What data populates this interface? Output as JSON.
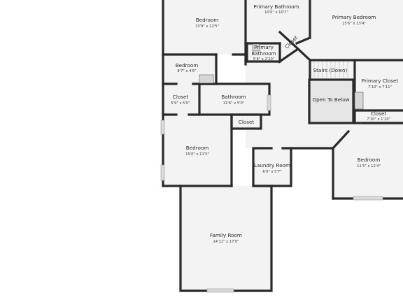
{
  "rooms": {
    "bedroom_top": {
      "name": "Bedroom",
      "dims": "13'9\" x 12'5\""
    },
    "primary_bathroom_top": {
      "name": "Primary Bathroom",
      "dims": "10'0\" x 10'7\""
    },
    "primary_bedroom": {
      "name": "Primary Bedroom",
      "dims": "15'6\" x 13'4\""
    },
    "closet_diag": {
      "name": "Closet"
    },
    "primary_bathroom_small": {
      "name_line1": "Primary",
      "name_line2": "Bathroom",
      "dims": "5'8\" x 2'10\""
    },
    "bedroom_small": {
      "name": "Bedroom",
      "dims": "8'7\" x 4'6\""
    },
    "stairs": {
      "name": "Stairs (Down)"
    },
    "open_to_below": {
      "name": "Open To Below"
    },
    "primary_closet": {
      "name": "Primary Closet",
      "dims": "7'10\" x 7'11\""
    },
    "closet_left": {
      "name": "Closet",
      "dims": "5'9\" x 5'0\""
    },
    "bathroom": {
      "name": "Bathroom",
      "dims": "11'6\" x 5'0\""
    },
    "closet_mid": {
      "name": "Closet"
    },
    "closet_right": {
      "name": "Closet",
      "dims": "7'10\" x 1'10\""
    },
    "bedroom_mid": {
      "name": "Bedroom",
      "dims": "15'0\" x 11'5\""
    },
    "laundry_room": {
      "name": "Laundry Room",
      "dims": "6'0\" x 5'7\""
    },
    "bedroom_right": {
      "name": "Bedroom",
      "dims": "11'5\" x 12'4\""
    },
    "family_room": {
      "name": "Family Room",
      "dims": "14'11\" x 17'0\""
    }
  },
  "colors": {
    "wall": "#2a2a2a",
    "floor": "#f3f3f3",
    "background": "#ffffff"
  }
}
